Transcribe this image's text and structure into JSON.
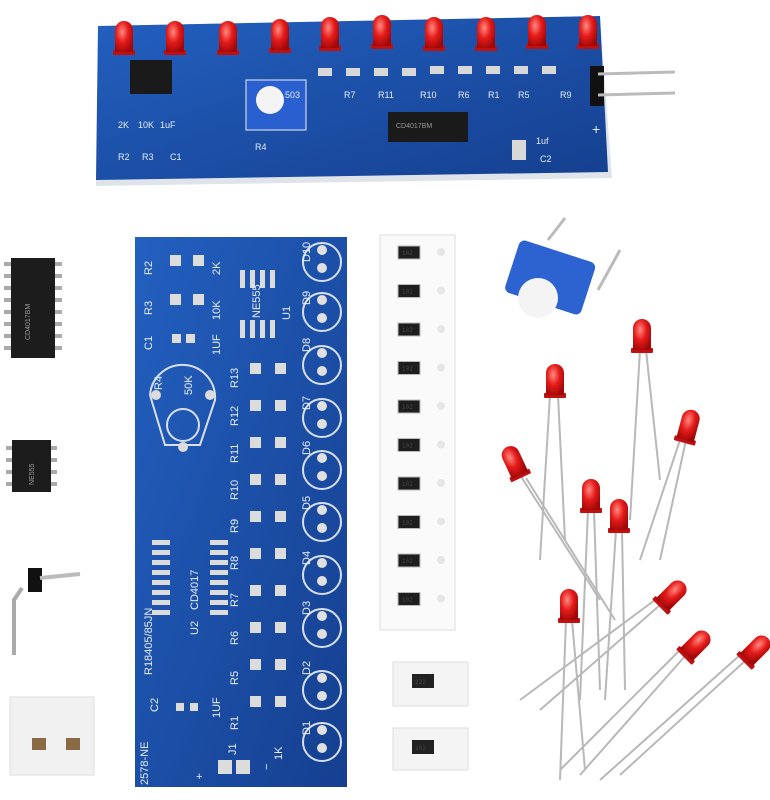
{
  "assembled_board": {
    "labels": [
      "R2",
      "R3",
      "C1",
      "1uF",
      "2K",
      "10K",
      "R4",
      "503",
      "R7",
      "R11",
      "R10",
      "R6",
      "R1",
      "R5",
      "R9",
      "C2",
      "1uf",
      "+"
    ],
    "ic_label": "CD4017BM",
    "led_count": 10
  },
  "bare_pcb": {
    "resistor_labels": [
      "R2",
      "R3",
      "R13",
      "R12",
      "R11",
      "R10",
      "R9",
      "R8",
      "R7",
      "R6",
      "R5",
      "R1"
    ],
    "values": {
      "r2": "2K",
      "r3": "10K",
      "c1": "C1",
      "c1_val": "1UF",
      "r4": "R4",
      "r4_val": "50K",
      "c2": "C2",
      "c2_val": "1UF",
      "k": "1K"
    },
    "u1": "NE555",
    "u1_ref": "U1",
    "u2": "CD4017",
    "u2_ref": "U2",
    "diode_labels": [
      "D10",
      "D9",
      "D8",
      "D7",
      "D6",
      "D5",
      "D4",
      "D3",
      "D2",
      "D1"
    ],
    "board_code": "R18405/85JN",
    "board_id": "2578-NE",
    "connector": "J1",
    "plus": "+",
    "minus": "−"
  },
  "loose_parts": {
    "ic_16pin_label": "CD4017BM",
    "ic_8pin_label": "NE555",
    "tape_resistor_code": "102",
    "tape_resistor_count": 10,
    "smd_resistor_1": "222",
    "smd_resistor_2": "103",
    "loose_led_count": 10
  },
  "colors": {
    "pcb_blue": "#1a4fa8",
    "led_red": "#e01818",
    "white": "#ffffff"
  }
}
